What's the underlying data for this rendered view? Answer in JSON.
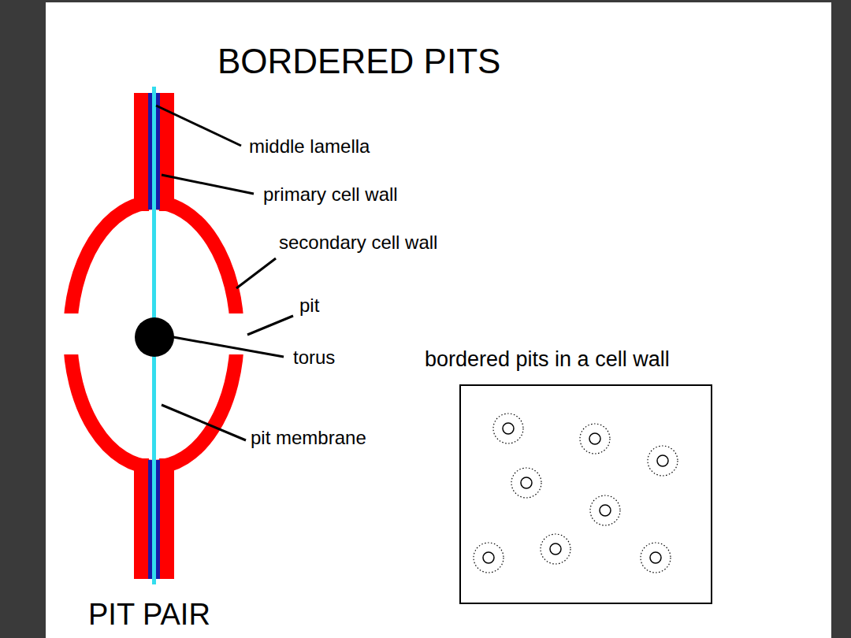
{
  "diagram": {
    "title": "BORDERED PITS",
    "nodes": [
      {
        "text": [
          "bordered pits in a cell wall"
        ]
      }
    ],
    "edges": [],
    "labels": [
      "middle lamella",
      "primary cell wall",
      "secondary cell wall",
      "pit",
      "torus",
      "pit membrane",
      "PIT PAIR"
    ]
  }
}
